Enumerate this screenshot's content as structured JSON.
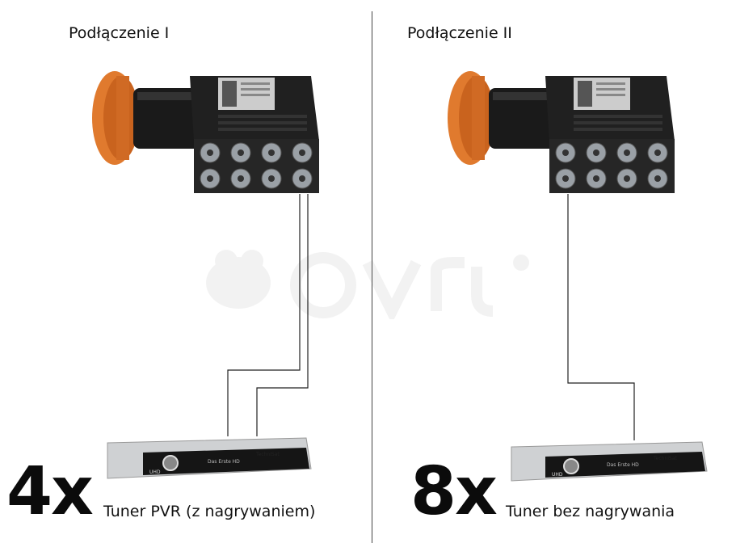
{
  "connection_1": {
    "title": "Podłączenie I",
    "count": "4x",
    "caption": "Tuner PVR (z nagrywaniem)"
  },
  "connection_2": {
    "title": "Podłączenie II",
    "count": "8x",
    "caption": "Tuner bez nagrywania"
  },
  "receiver": {
    "brand": "TechniSat",
    "display": "Das Erste HD",
    "badge": "UHD"
  },
  "colors": {
    "lnb_feedhorn": "#e07a2e",
    "lnb_body": "#1c1c1c",
    "cable": "#222222",
    "receiver_body": "#cfd1d3",
    "receiver_front": "#151515"
  }
}
